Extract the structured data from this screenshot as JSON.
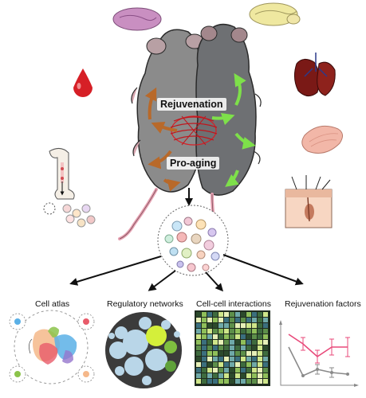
{
  "center": {
    "rejuvenation": "Rejuvenation",
    "pro_aging": "Pro-aging"
  },
  "panels": [
    {
      "key": "cell_atlas",
      "label": "Cell atlas",
      "icon": "umap-cluster-icon"
    },
    {
      "key": "regulatory_networks",
      "label": "Regulatory networks",
      "icon": "circle-packing-icon"
    },
    {
      "key": "cell_cell_interactions",
      "label": "Cell-cell interactions",
      "icon": "interaction-heatmap-icon"
    },
    {
      "key": "rejuvenation_factors",
      "label": "Rejuvenation factors",
      "icon": "line-plot-icon"
    }
  ],
  "organs": [
    "pancreas-icon",
    "brain-icon",
    "blood-drop-icon",
    "lung-icon",
    "muscle-icon",
    "skin-icon",
    "bone-marrow-icon"
  ],
  "colors": {
    "young_arrows": "#7ee04a",
    "old_arrows": "#b8692a",
    "mouse_old": "#8b8b8b",
    "mouse_young": "#6e7073",
    "blood": "#d61f26",
    "accent_pink": "#e8497a",
    "accent_gray": "#8a8a8a"
  }
}
